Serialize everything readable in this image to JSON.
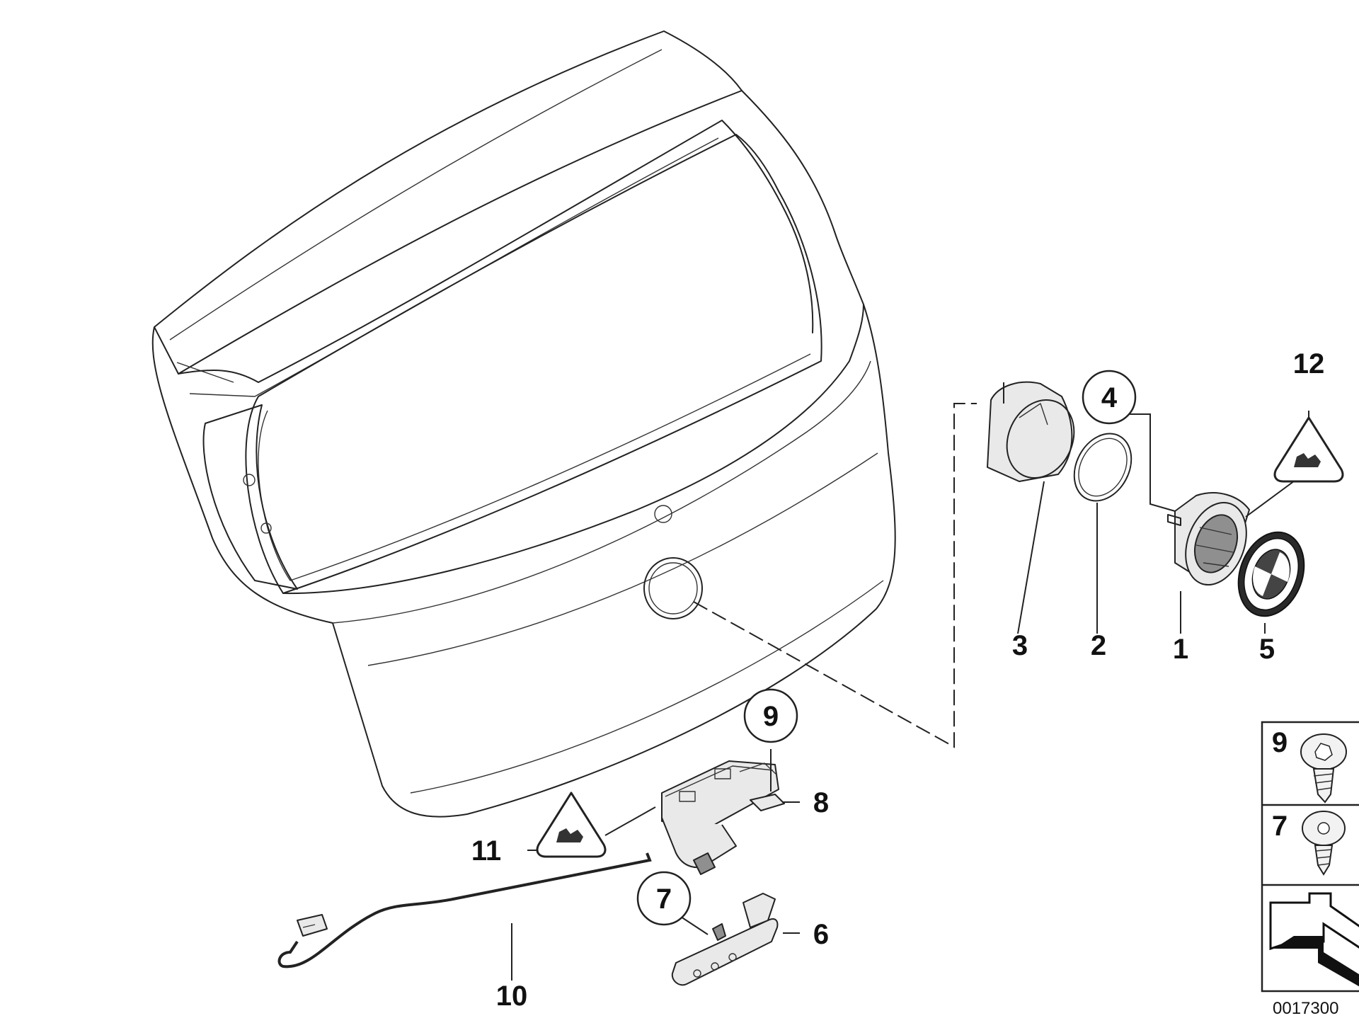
{
  "diagram": {
    "callouts": {
      "c1": "1",
      "c2": "2",
      "c3": "3",
      "c4": "4",
      "c5": "5",
      "c6": "6",
      "c7": "7",
      "c8": "8",
      "c9": "9",
      "c10": "10",
      "c11": "11",
      "c12": "12"
    },
    "legend": {
      "screw_a": "9",
      "screw_b": "7"
    },
    "image_id": "0017300"
  }
}
